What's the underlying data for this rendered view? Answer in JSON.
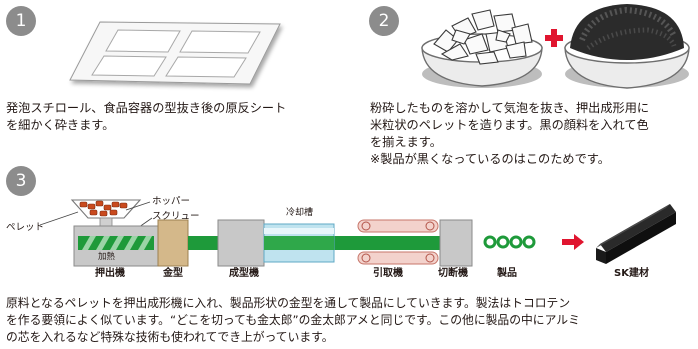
{
  "steps": {
    "s1": {
      "number": "1",
      "text": [
        "発泡スチロール、食品容器の型抜き後の原反シート",
        "を細かく砕きます。"
      ]
    },
    "s2": {
      "number": "2",
      "text": [
        "粉砕したものを溶かして気泡を抜き、押出成形用に",
        "米粒状のペレットを造ります。黒の顔料を入れて色",
        "を揃えます。",
        "※製品が黒くなっているのはこのためです。"
      ]
    },
    "s3": {
      "number": "3"
    }
  },
  "diagram": {
    "labels": {
      "pellet": "ペレット",
      "hopper": "ホッパー",
      "screw": "スクリュー",
      "heating": "加熱",
      "cooling_tank": "冷却槽"
    },
    "stations": [
      "押出機",
      "金型",
      "成型機",
      "引取機",
      "切断機",
      "製品",
      "SK建材"
    ]
  },
  "footer": {
    "lines": [
      "原料となるペレットを押出成形機に入れ、製品形状の金型を通して製品にしていきます。製法はトコロテン",
      "を作る要領によく似ています。“どこを切っても金太郎”の金太郎アメと同じです。この他に製品の中にアルミ",
      "の芯を入れるなど特殊な技術も使われてでき上がっています。"
    ]
  },
  "colors": {
    "badge": "#8c8c8c",
    "green_bar": "#1e9a3a",
    "mold": "#d4b88a",
    "cooling": "#9fd3e6",
    "red_plus": "#e0152f",
    "arrow": "#e0152f",
    "machine_gray": "#c8c8c8"
  }
}
